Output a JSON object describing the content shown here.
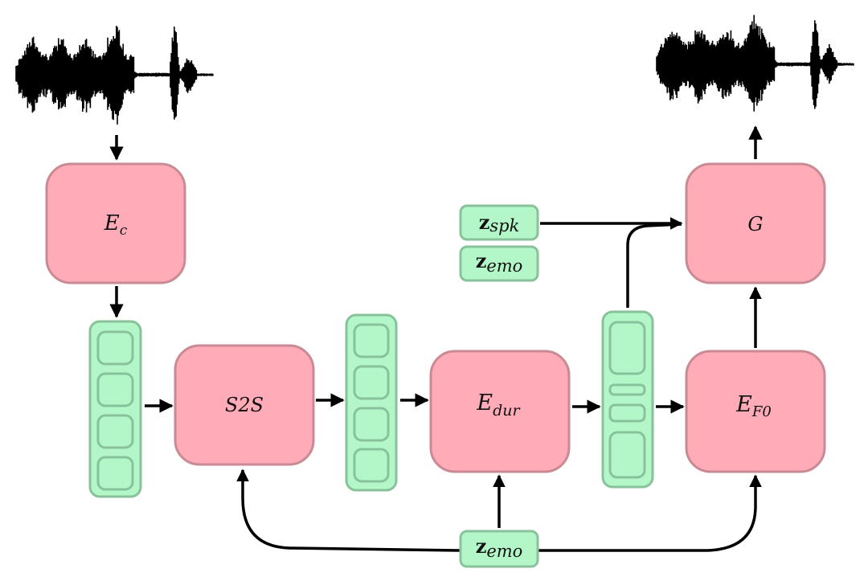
{
  "diagram": {
    "type": "architecture",
    "colors": {
      "module_fill": "#ffabb8",
      "module_stroke": "#c98a93",
      "vector_fill": "#b3f7c8",
      "vector_stroke": "#88c29a",
      "arrow": "#000000"
    },
    "modules": {
      "content_encoder": {
        "main": "E",
        "sub": "c"
      },
      "seq2seq": {
        "main": "S2S",
        "sub": ""
      },
      "duration_encoder": {
        "main": "E",
        "sub": "dur"
      },
      "f0_encoder": {
        "main": "E",
        "sub": "F0"
      },
      "generator": {
        "main": "G",
        "sub": ""
      }
    },
    "embeddings": {
      "speaker": {
        "main": "z",
        "sub": "spk"
      },
      "emotion_top": {
        "main": "z",
        "sub": "emo"
      },
      "emotion_bottom": {
        "main": "z",
        "sub": "emo"
      }
    },
    "waveforms": {
      "input": "input-audio-waveform",
      "output": "output-audio-waveform"
    }
  }
}
